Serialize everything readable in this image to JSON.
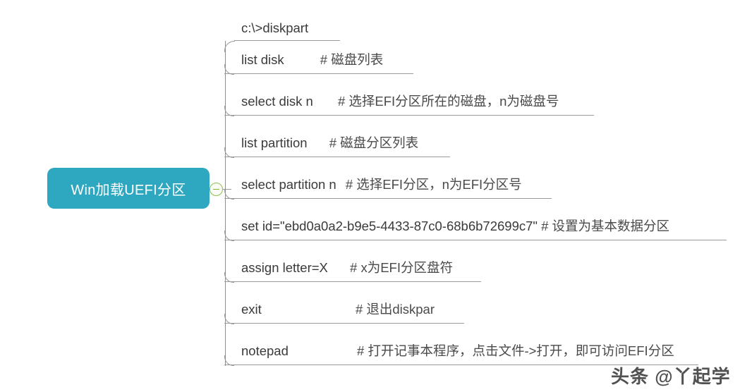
{
  "diagram": {
    "type": "mind-map",
    "root": {
      "label": "Win加载UEFI分区",
      "color": "#2ea7c0",
      "text_color": "#ffffff"
    },
    "toggle": {
      "state": "expanded",
      "glyph": "minus",
      "color": "#8bbf4a"
    },
    "line_color": "#9a9a9a",
    "branches": [
      {
        "command": "c:\\>diskpart",
        "comment": "",
        "underline_width": 150
      },
      {
        "command": "list disk",
        "comment": "# 磁盘列表",
        "underline_width": 268
      },
      {
        "command": "select disk n",
        "comment": "# 选择EFI分区所在的磁盘，n为磁盘号",
        "underline_width": 524
      },
      {
        "command": "list partition",
        "comment": "# 磁盘分区列表",
        "underline_width": 320
      },
      {
        "command": "select partition n",
        "comment": "# 选择EFI分区，n为EFI分区号",
        "underline_width": 464
      },
      {
        "command": "set id=\"ebd0a0a2-b9e5-4433-87c0-68b6b72699c7\"",
        "comment": "# 设置为基本数据分区",
        "underline_width": 712
      },
      {
        "command": "assign letter=X",
        "comment": "# x为EFI分区盘符",
        "underline_width": 364
      },
      {
        "command": "exit",
        "comment": "# 退出diskpar",
        "underline_width": 340
      },
      {
        "command": "notepad",
        "comment": "# 打开记事本程序，点击文件->打开，即可访问EFI分区",
        "underline_width": 672
      }
    ]
  },
  "watermark": {
    "text": "头条 @丫起学"
  }
}
